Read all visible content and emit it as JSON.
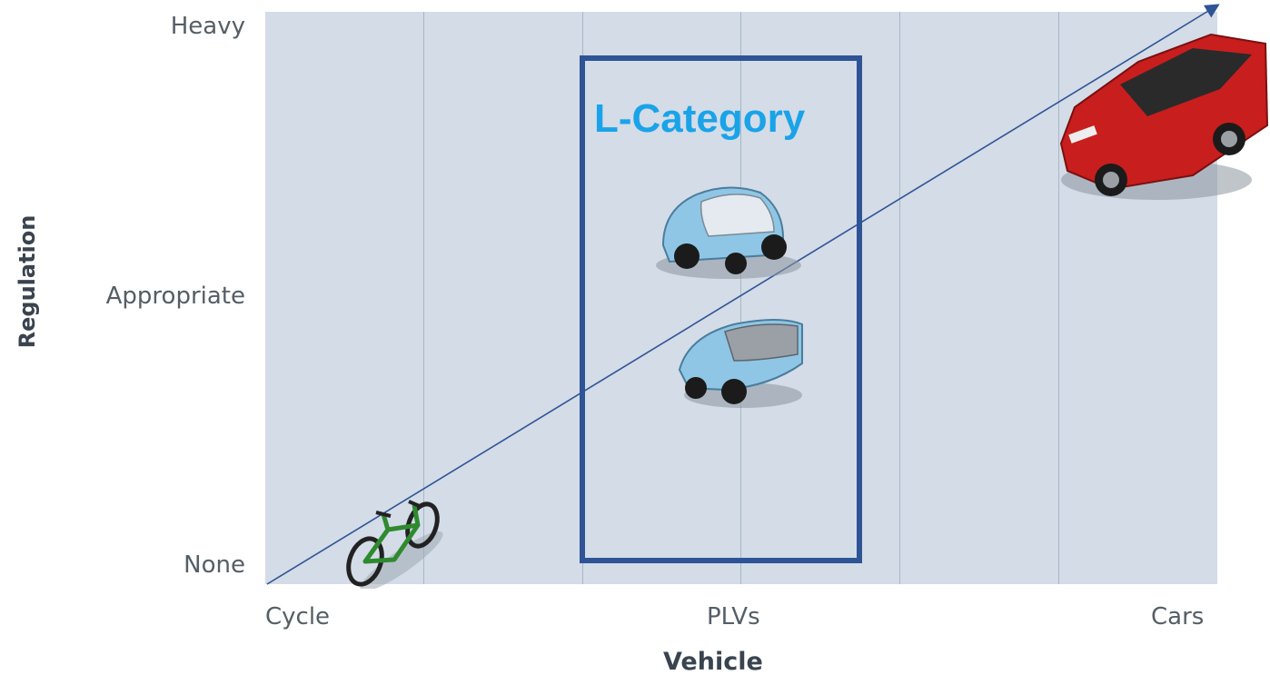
{
  "y_axis": {
    "label": "Regulation",
    "ticks": [
      "Heavy",
      "Appropriate",
      "None"
    ]
  },
  "x_axis": {
    "label": "Vehicle",
    "ticks": [
      "Cycle",
      "PLVs",
      "Cars"
    ]
  },
  "highlight_box": {
    "label": "L-Category",
    "color": "#2f5496",
    "label_color": "#1aa3e8"
  },
  "vehicles": [
    {
      "name": "bicycle",
      "color": "#2f8a2f"
    },
    {
      "name": "enclosed-microcar",
      "color": "#8fc6e6"
    },
    {
      "name": "three-wheel-pod",
      "color": "#8fc6e6"
    },
    {
      "name": "suv",
      "color": "#c81e1e"
    }
  ],
  "colors": {
    "plot_background": "#d3dce7",
    "trend_line": "#2f5496"
  }
}
